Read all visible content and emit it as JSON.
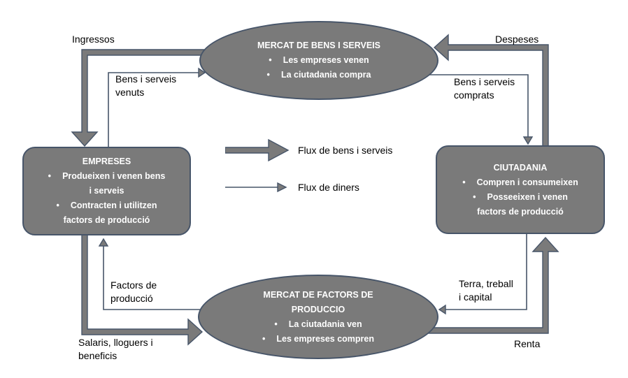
{
  "ui": {
    "bullet_char": "•"
  },
  "colors": {
    "shape_fill": "#7a7a7a",
    "shape_border": "#475569",
    "text_on_shape": "#ffffff",
    "label_text": "#000000"
  },
  "nodes": {
    "market_goods": {
      "title": "MERCAT DE BENS I SERVEIS",
      "bullets": [
        "Les empreses venen",
        "La ciutadania compra"
      ]
    },
    "empreses": {
      "title": "EMPRESES",
      "bullets": [
        "Produeixen i venen bens\ni serveis",
        "Contracten i utilitzen\nfactors de producció"
      ]
    },
    "ciutadania": {
      "title": "CIUTADANIA",
      "bullets": [
        "Compren i consumeixen",
        "Posseeixen i venen\nfactors de producció"
      ]
    },
    "market_factors": {
      "title": "MERCAT DE FACTORS DE\nPRODUCCIO",
      "bullets": [
        "La ciutadania ven",
        "Les empreses compren"
      ]
    }
  },
  "flow_labels": {
    "ingressos": "Ingressos",
    "despeses": "Despeses",
    "bens_venuts": "Bens i serveis\nvenuts",
    "bens_comprats": "Bens i serveis\ncomprats",
    "factors_produccio": "Factors de\nproducció",
    "terra_treball": "Terra, treball\ni capital",
    "salaris": "Salaris, lloguers i\nbeneficis",
    "renta": "Renta"
  },
  "legend": {
    "goods": "Flux de bens i serveis",
    "money": "Flux de diners"
  }
}
